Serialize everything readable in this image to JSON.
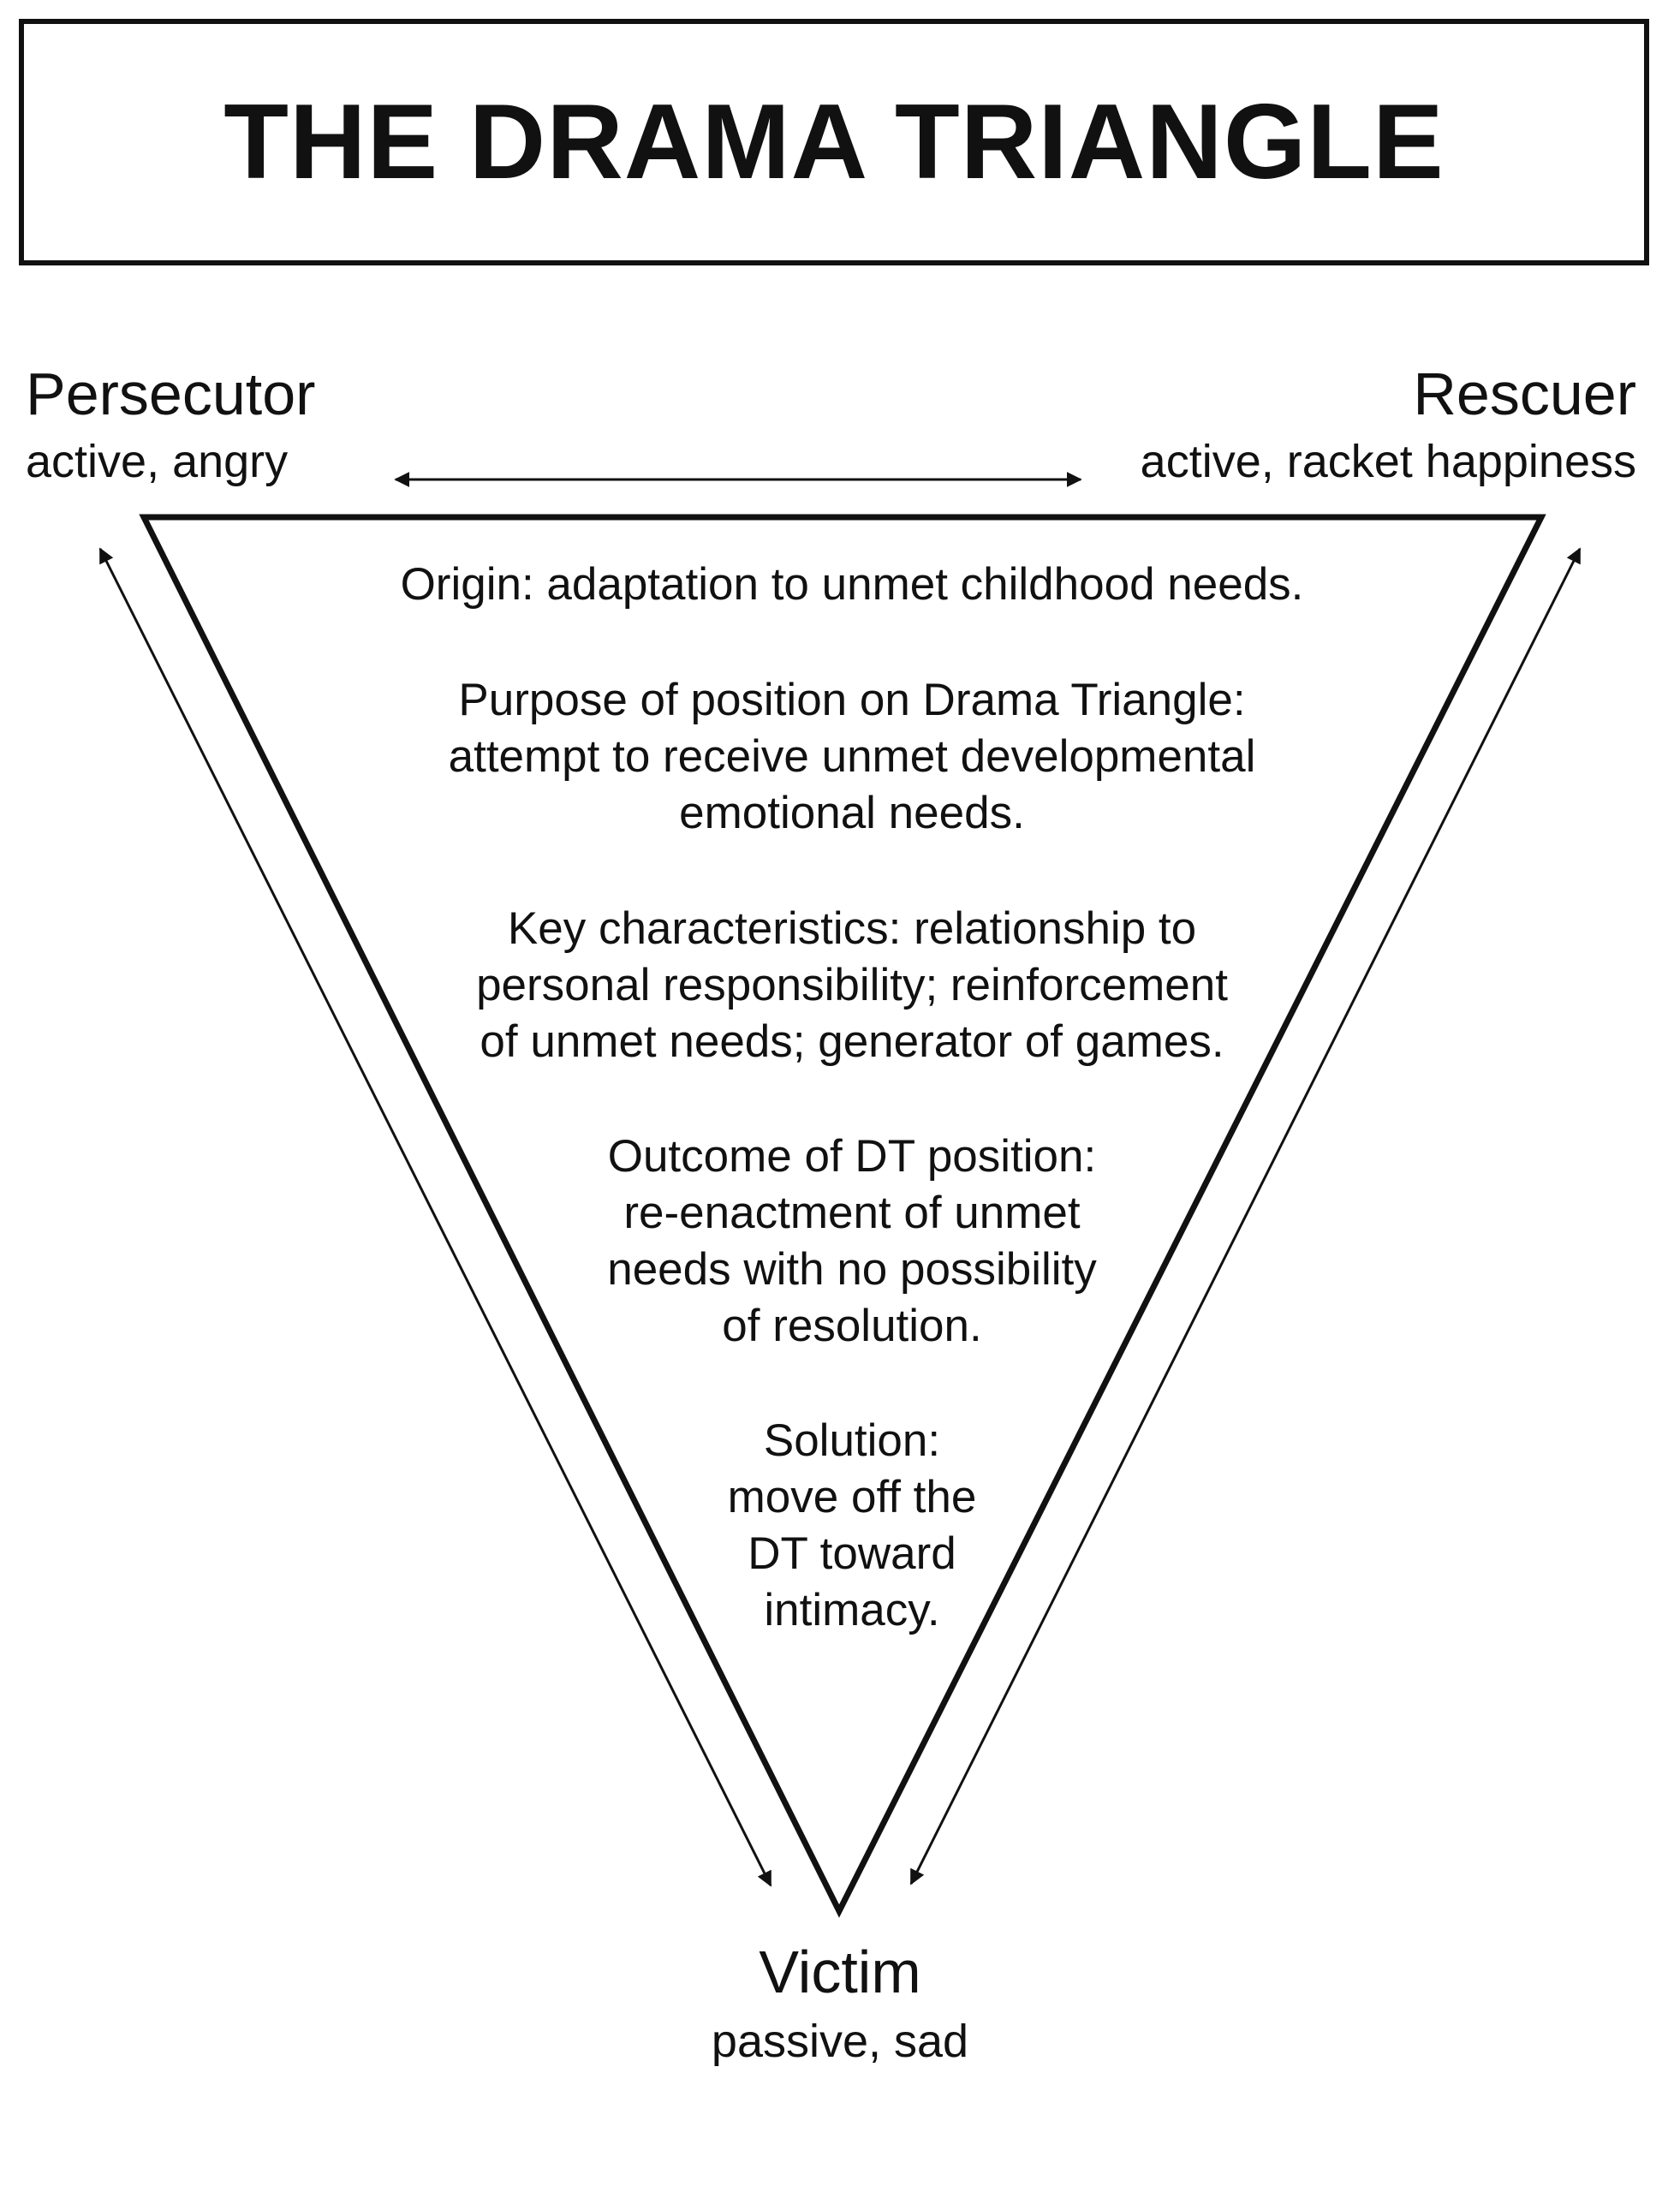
{
  "title": "THE DRAMA TRIANGLE",
  "roles": {
    "persecutor": {
      "name": "Persecutor",
      "traits": "active, angry"
    },
    "rescuer": {
      "name": "Rescuer",
      "traits": "active, racket happiness"
    },
    "victim": {
      "name": "Victim",
      "traits": "passive, sad"
    }
  },
  "content": {
    "origin": [
      "Origin: adaptation to unmet childhood needs."
    ],
    "purpose": [
      "Purpose of position on Drama Triangle:",
      "attempt to receive unmet developmental",
      "emotional needs."
    ],
    "key_characteristics": [
      "Key characteristics: relationship to",
      "personal responsibility; reinforcement",
      "of unmet needs; generator of games."
    ],
    "outcome": [
      "Outcome of DT position:",
      "re-enactment of unmet",
      "needs with no possibility",
      "of resolution."
    ],
    "solution": [
      "Solution:",
      "move off the",
      "DT toward",
      "intimacy."
    ]
  },
  "colors": {
    "line": "#111111",
    "background": "#ffffff"
  }
}
